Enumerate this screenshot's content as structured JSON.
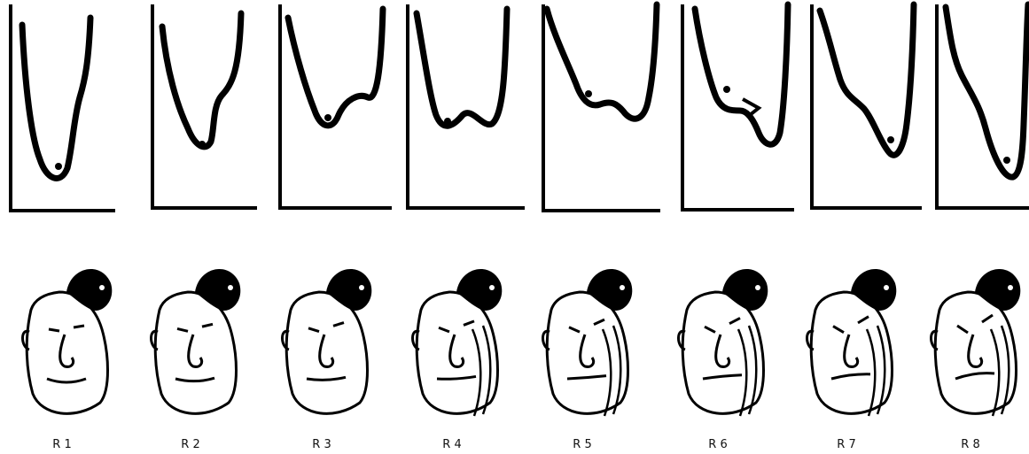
{
  "panels": [
    {
      "label": "R 1",
      "ball_on": "left-basin"
    },
    {
      "label": "R 2",
      "ball_on": "left-basin"
    },
    {
      "label": "R 3",
      "ball_on": "left-basin"
    },
    {
      "label": "R 4",
      "ball_on": "left-basin"
    },
    {
      "label": "R 5",
      "ball_on": "left-basin"
    },
    {
      "label": "R 6",
      "ball_on": "left-basin-tipping"
    },
    {
      "label": "R 7",
      "ball_on": "right-basin"
    },
    {
      "label": "R 8",
      "ball_on": "right-basin"
    }
  ],
  "colors": {
    "ink": "#000000",
    "background": "#ffffff"
  }
}
